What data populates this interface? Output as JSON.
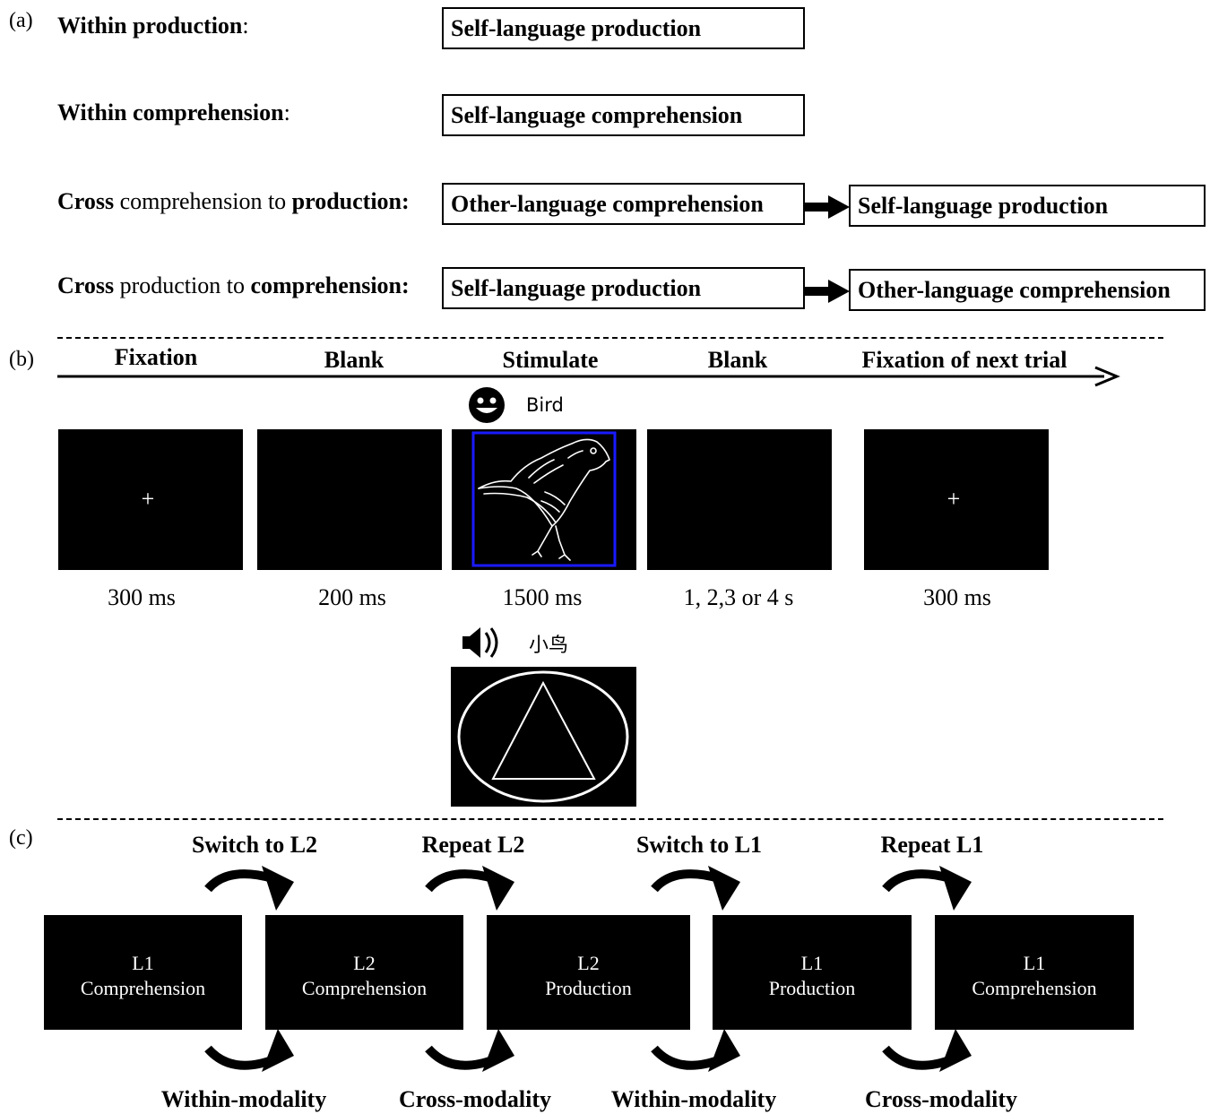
{
  "panel_a": {
    "label": "(a)",
    "rows": [
      {
        "label_parts": [
          {
            "text": "Within production",
            "bold": true
          },
          {
            "text": ":",
            "bold": false
          }
        ],
        "box1": "Self-language production",
        "box2": ""
      },
      {
        "label_parts": [
          {
            "text": "Within comprehension",
            "bold": true
          },
          {
            "text": ":",
            "bold": false
          }
        ],
        "box1": "Self-language comprehension",
        "box2": ""
      },
      {
        "label_parts": [
          {
            "text": "Cross",
            "bold": true
          },
          {
            "text": " comprehension to ",
            "bold": false
          },
          {
            "text": "production:",
            "bold": true
          }
        ],
        "box1": "Other-language comprehension",
        "box2": "Self-language production"
      },
      {
        "label_parts": [
          {
            "text": "Cross",
            "bold": true
          },
          {
            "text": " production to ",
            "bold": false
          },
          {
            "text": "comprehension:",
            "bold": true
          }
        ],
        "box1": "Self-language production",
        "box2": "Other-language comprehension"
      }
    ]
  },
  "panel_b": {
    "label": "(b)",
    "phases": [
      "Fixation",
      "Blank",
      "Stimulate",
      "Blank",
      "Fixation of next trial"
    ],
    "durations": [
      "300 ms",
      "200 ms",
      "1500 ms",
      "1, 2,3 or 4 s",
      "300 ms"
    ],
    "fixation_symbol": "+",
    "visual_word": "Bird",
    "auditory_word": "小鸟",
    "icons": [
      "smiley-face-icon",
      "speaker-icon"
    ],
    "stimulus_frame_color": "#1a1aff"
  },
  "panel_c": {
    "label": "(c)",
    "top_labels": [
      "Switch to L2",
      "Repeat L2",
      "Switch to L1",
      "Repeat L1"
    ],
    "bottom_labels": [
      "Within-modality",
      "Cross-modality",
      "Within-modality",
      "Cross-modality"
    ],
    "blocks": [
      {
        "line1": "L1",
        "line2": "Comprehension"
      },
      {
        "line1": "L2",
        "line2": "Comprehension"
      },
      {
        "line1": "L2",
        "line2": "Production"
      },
      {
        "line1": "L1",
        "line2": "Production"
      },
      {
        "line1": "L1",
        "line2": "Comprehension"
      }
    ]
  }
}
